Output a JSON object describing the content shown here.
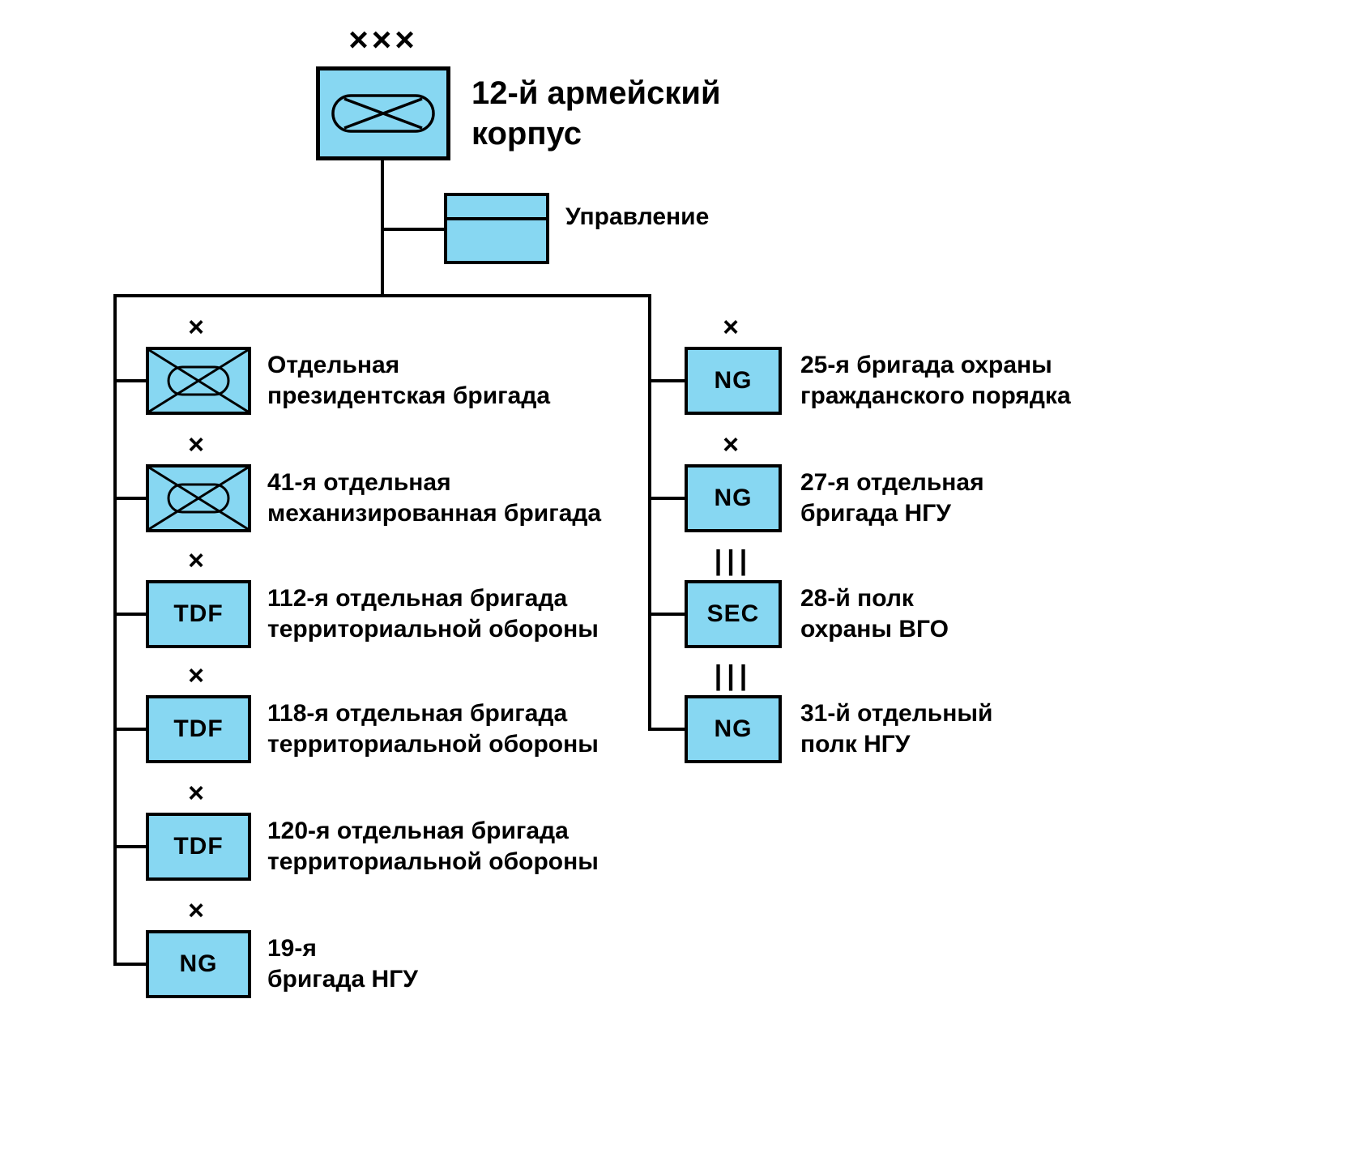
{
  "colors": {
    "box_fill": "#87D7F2",
    "line": "#000000",
    "text": "#000000",
    "background": "#ffffff"
  },
  "root": {
    "echelon": "×××",
    "symbol": "mechanized-infantry",
    "title_line1": "12-й армейский",
    "title_line2": "корпус"
  },
  "hq": {
    "symbol": "headquarters",
    "label": "Управление"
  },
  "left_units": [
    {
      "echelon": "×",
      "symbol": "mechanized-infantry",
      "code": "",
      "label_line1": "Отдельная",
      "label_line2": "президентская бригада"
    },
    {
      "echelon": "×",
      "symbol": "mechanized-infantry",
      "code": "",
      "label_line1": "41-я отдельная",
      "label_line2": "механизированная бригада"
    },
    {
      "echelon": "×",
      "symbol": "code",
      "code": "TDF",
      "label_line1": "112-я отдельная бригада",
      "label_line2": "территориальной обороны"
    },
    {
      "echelon": "×",
      "symbol": "code",
      "code": "TDF",
      "label_line1": "118-я отдельная бригада",
      "label_line2": "территориальной обороны"
    },
    {
      "echelon": "×",
      "symbol": "code",
      "code": "TDF",
      "label_line1": "120-я отдельная бригада",
      "label_line2": "территориальной обороны"
    },
    {
      "echelon": "×",
      "symbol": "code",
      "code": "NG",
      "label_line1": "19-я",
      "label_line2": "бригада НГУ"
    }
  ],
  "right_units": [
    {
      "echelon": "×",
      "symbol": "code",
      "code": "NG",
      "label_line1": "25-я бригада охраны",
      "label_line2": "гражданского порядка"
    },
    {
      "echelon": "×",
      "symbol": "code",
      "code": "NG",
      "label_line1": "27-я отдельная",
      "label_line2": "бригада НГУ"
    },
    {
      "echelon": "|||",
      "symbol": "code",
      "code": "SEC",
      "label_line1": "28-й полк",
      "label_line2": "охраны ВГО"
    },
    {
      "echelon": "|||",
      "symbol": "code",
      "code": "NG",
      "label_line1": "31-й отдельный",
      "label_line2": "полк НГУ"
    }
  ]
}
